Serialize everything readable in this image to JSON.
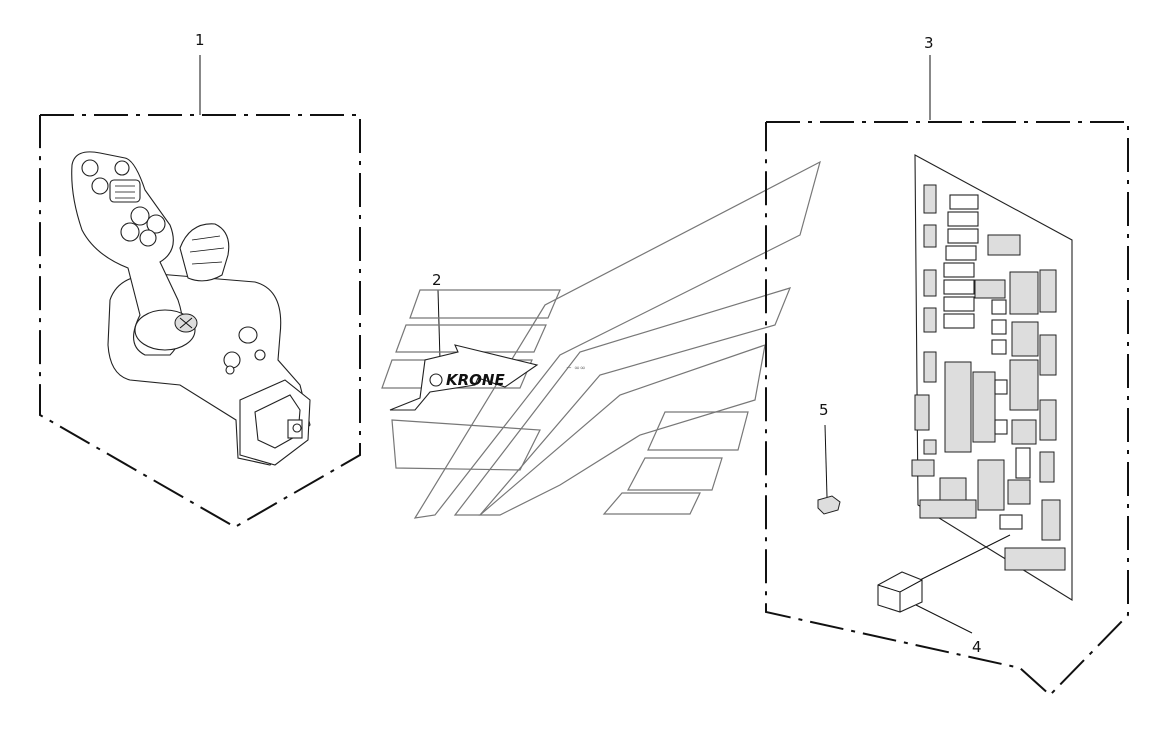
{
  "callouts": {
    "c1": "1",
    "c2": "2",
    "c3": "3",
    "c4": "4",
    "c5": "5"
  },
  "decal": {
    "logo_text": "KRONE"
  },
  "colors": {
    "line": "#111111",
    "decal_stroke": "#777777",
    "background": "#ffffff"
  }
}
